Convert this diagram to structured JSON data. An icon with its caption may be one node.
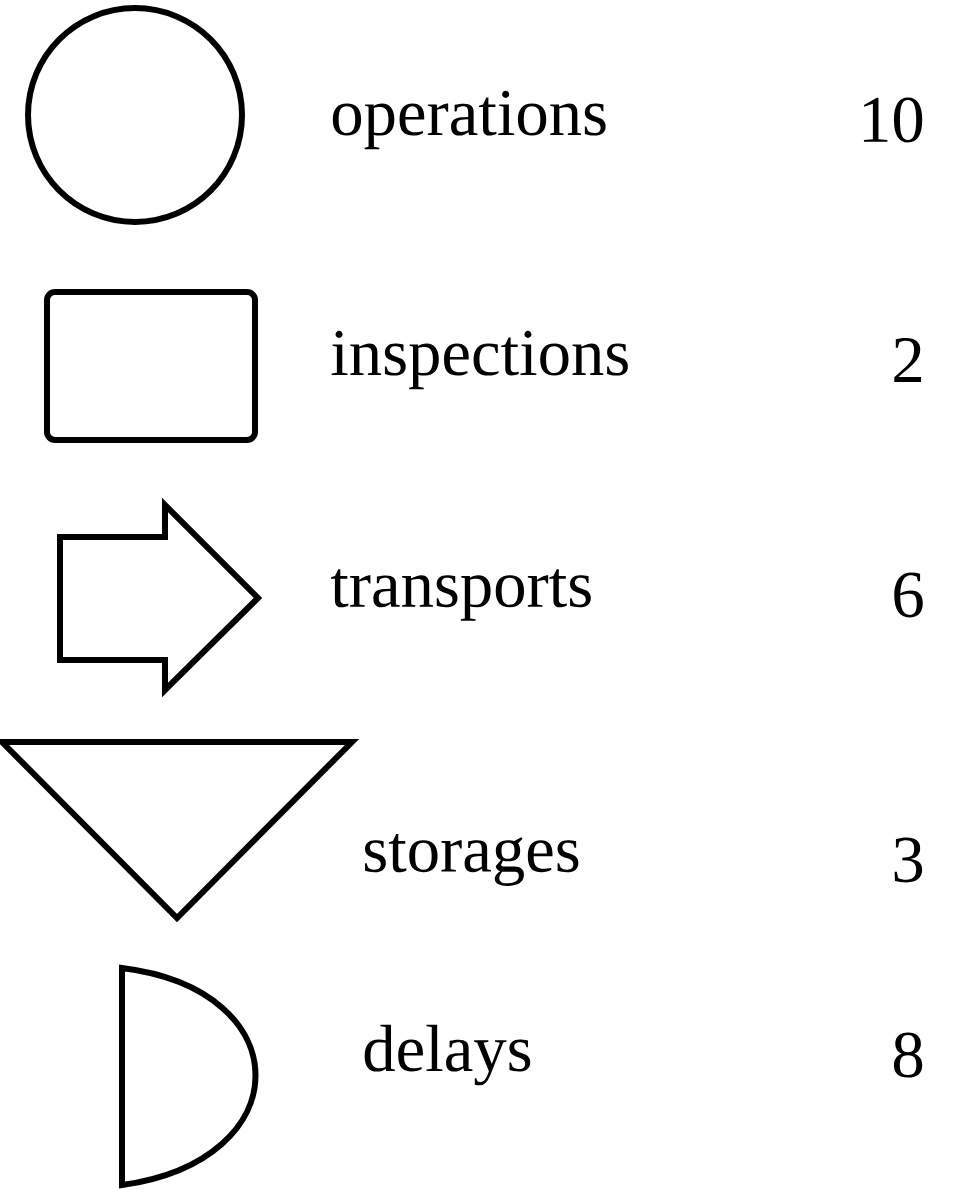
{
  "diagram": {
    "nodes": [
      {
        "text": [],
        "shape": "circle",
        "beside": [
          "operations"
        ]
      },
      {
        "text": [],
        "shape": "box",
        "beside": [
          "inspections"
        ]
      },
      {
        "text": [],
        "shape": "arrow",
        "beside": [
          "transports"
        ]
      },
      {
        "text": [],
        "shape": "triangle",
        "beside": [
          "storages"
        ]
      },
      {
        "text": [],
        "shape": "semicircle",
        "beside": [
          "delays"
        ]
      }
    ],
    "labels": [
      "10",
      "2",
      "6",
      "3",
      "8"
    ]
  }
}
